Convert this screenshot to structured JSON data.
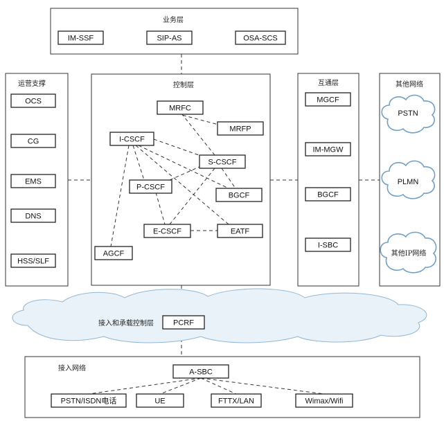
{
  "service_layer": {
    "title": "业务层",
    "nodes": [
      "IM-SSF",
      "SIP-AS",
      "OSA-SCS"
    ]
  },
  "ops_support": {
    "title": "运营支撑",
    "nodes": [
      "OCS",
      "CG",
      "EMS",
      "DNS",
      "HSS/SLF"
    ]
  },
  "control_layer": {
    "title": "控制层",
    "nodes": {
      "mrfc": "MRFC",
      "mrfp": "MRFP",
      "icscf": "I-CSCF",
      "scscf": "S-CSCF",
      "pcscf": "P-CSCF",
      "bgcf": "BGCF",
      "ecscf": "E-CSCF",
      "eatf": "EATF",
      "agcf": "AGCF"
    }
  },
  "interworking_layer": {
    "title": "互通层",
    "nodes": [
      "MGCF",
      "IM-MGW",
      "BGCF",
      "I-SBC"
    ]
  },
  "other_networks": {
    "title": "其他网络",
    "clouds": [
      "PSTN",
      "PLMN",
      "其他IP网络"
    ]
  },
  "access_bearer": {
    "title": "接入和承载控制层",
    "node": "PCRF"
  },
  "access_network": {
    "title": "接入网络",
    "hub": "A-SBC",
    "nodes": [
      "PSTN/ISDN电话",
      "UE",
      "FTTX/LAN",
      "Wimax/Wifi"
    ]
  }
}
